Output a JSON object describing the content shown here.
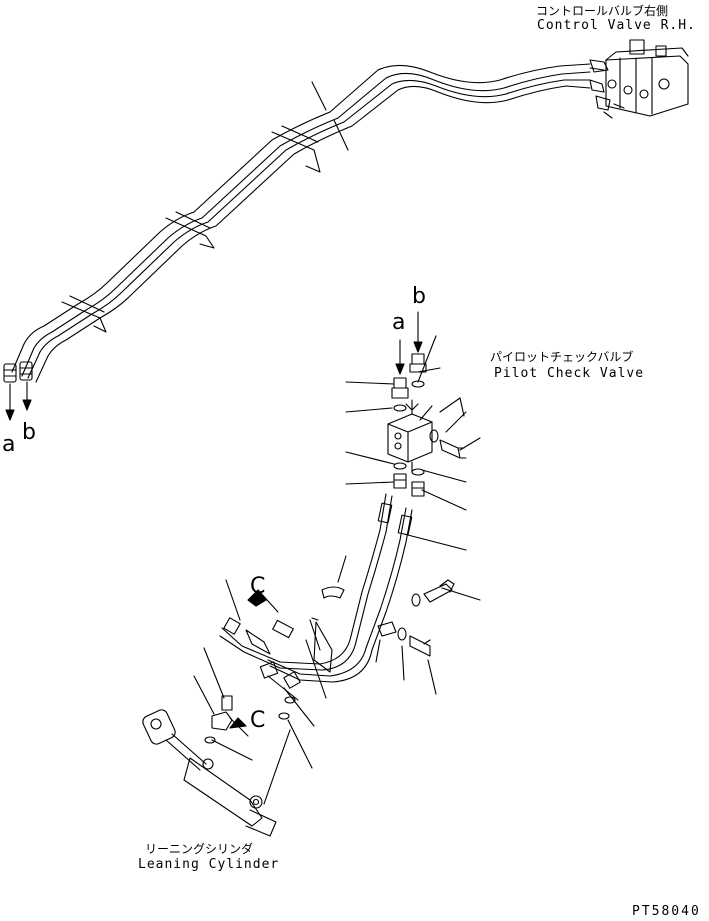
{
  "labels": {
    "control_valve_jp": "コントロールバルブ右側",
    "control_valve_en": "Control Valve R.H.",
    "pilot_check_jp": "パイロットチェックバルブ",
    "pilot_check_en": "Pilot Check Valve",
    "leaning_cyl_jp": "リーニングシリンダ",
    "leaning_cyl_en": "Leaning Cylinder",
    "drawing_code": "PT58040"
  },
  "markers": {
    "a": "a",
    "b": "b",
    "c": "C"
  }
}
